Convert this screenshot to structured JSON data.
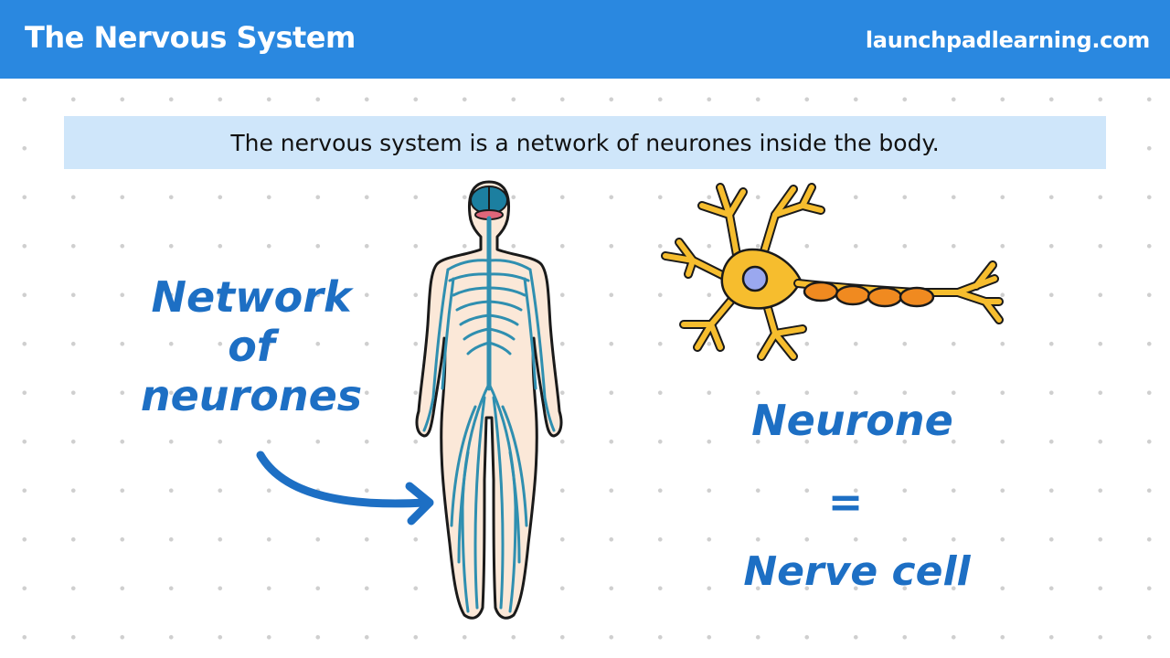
{
  "header": {
    "title": "The Nervous System",
    "site": "launchpadlearning.com",
    "color": "#2a88e0"
  },
  "banner": {
    "text": "The nervous system is a network of neurones inside the body.",
    "color": "#cfe6fa"
  },
  "labels": {
    "network_line1": "Network",
    "network_line2": "of",
    "network_line3": "neurones",
    "neurone": "Neurone",
    "equals": "=",
    "nerve_cell": "Nerve cell"
  },
  "figures": {
    "body_icon": "human-body-nervous-system-illustration",
    "neuron_icon": "neurone-cell-illustration",
    "arrow_icon": "curved-arrow-icon"
  },
  "colors": {
    "label_blue": "#1d6fc4",
    "nerve_teal": "#2f8fb0",
    "skin": "#fbe8d8",
    "neuron_yellow": "#f6bd2e",
    "myelin_orange": "#f08a20"
  }
}
